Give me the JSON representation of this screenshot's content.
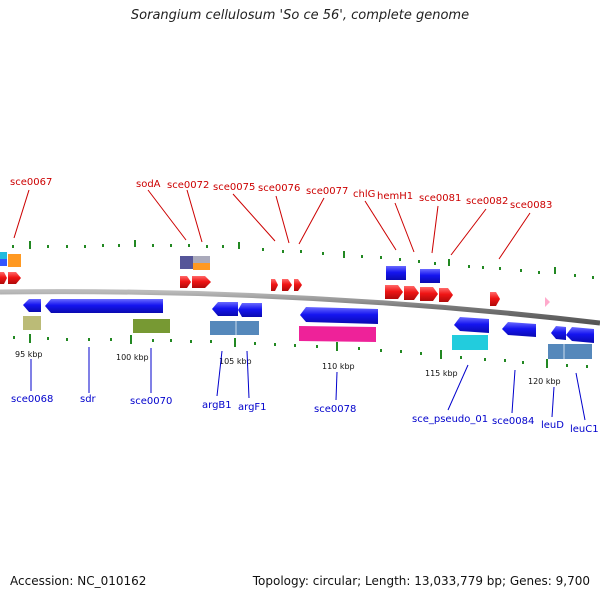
{
  "title": "Sorangium cellulosum 'So ce 56', complete genome",
  "footer": {
    "accession": "Accession: NC_010162",
    "stats": "Topology: circular; Length: 13,033,779 bp; Genes: 9,700"
  },
  "scale_labels": [
    "95 kbp",
    "100 kbp",
    "105 kbp",
    "110 kbp",
    "115 kbp",
    "120 kbp"
  ],
  "top_labels": [
    "sce0067",
    "sodA",
    "sce0072",
    "sce0075",
    "sce0076",
    "sce0077",
    "chlG",
    "hemH1",
    "sce0081",
    "sce0082",
    "sce0083"
  ],
  "bottom_labels": [
    "sce0068",
    "sdr",
    "sce0070",
    "argB1",
    "argF1",
    "sce0078",
    "sce_pseudo_01",
    "sce0084",
    "leuD",
    "leuC1"
  ],
  "colors": {
    "label_top": "#cc0000",
    "label_bottom": "#0000cc",
    "gene_forward": "#ee1111",
    "gene_reverse": "#1111ee",
    "backbone": "#888888",
    "tick": "#228822"
  }
}
